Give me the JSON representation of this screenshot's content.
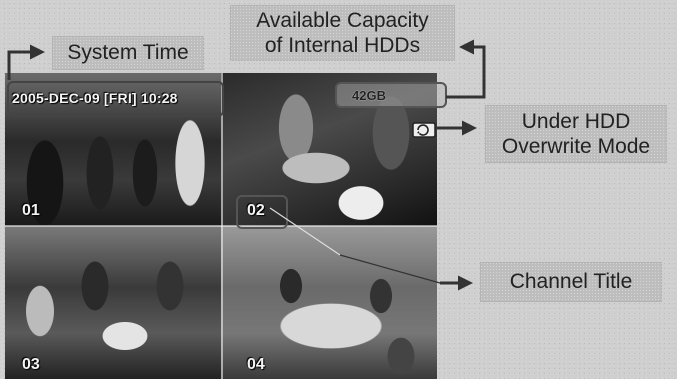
{
  "osd": {
    "system_time": "2005-DEC-09 [FRI] 10:28",
    "hdd_capacity": "42GB",
    "channels": [
      "01",
      "02",
      "03",
      "04"
    ]
  },
  "callouts": {
    "system_time": "System Time",
    "capacity_line1": "Available Capacity",
    "capacity_line2": "of Internal HDDs",
    "overwrite_line1": "Under HDD",
    "overwrite_line2": "Overwrite Mode",
    "channel_title": "Channel Title"
  },
  "icons": {
    "overwrite": "hdd-overwrite-icon",
    "arrows": "callout-arrow-icon"
  },
  "colors": {
    "callout_bg": "#bdbdbd",
    "osd_text": "#f4f4f4",
    "arrow": "#333333"
  }
}
